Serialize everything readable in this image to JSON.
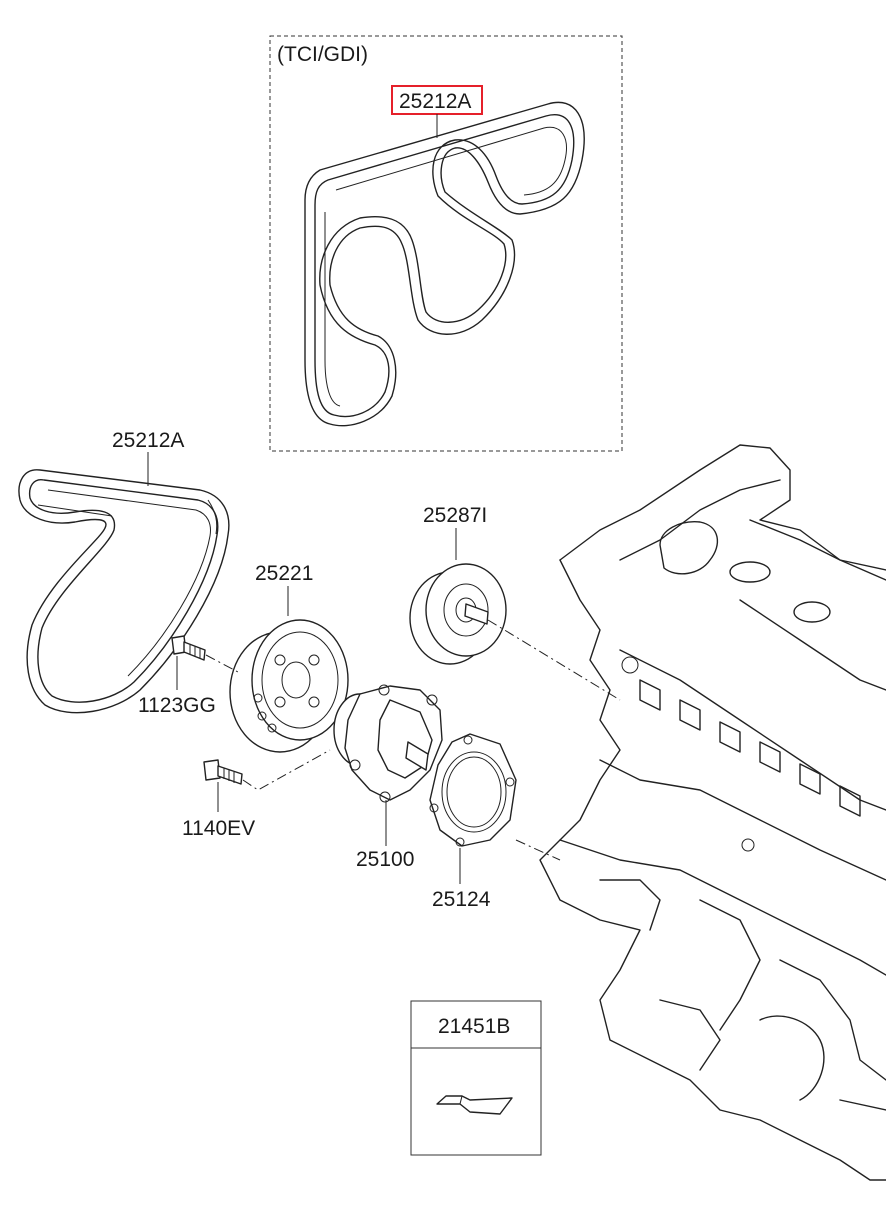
{
  "inset": {
    "caption": "(TCI/GDI)"
  },
  "callouts": {
    "belt_inset": "25212A",
    "belt_main": "25212A",
    "pulley": "25221",
    "idler": "25287I",
    "bolt_pulley": "1123GG",
    "bolt_pump": "1140EV",
    "water_pump": "25100",
    "gasket": "25124",
    "kit": "21451B"
  },
  "colors": {
    "highlight": "#e5202a",
    "line": "#222222"
  },
  "highlighted_part": "25212A"
}
